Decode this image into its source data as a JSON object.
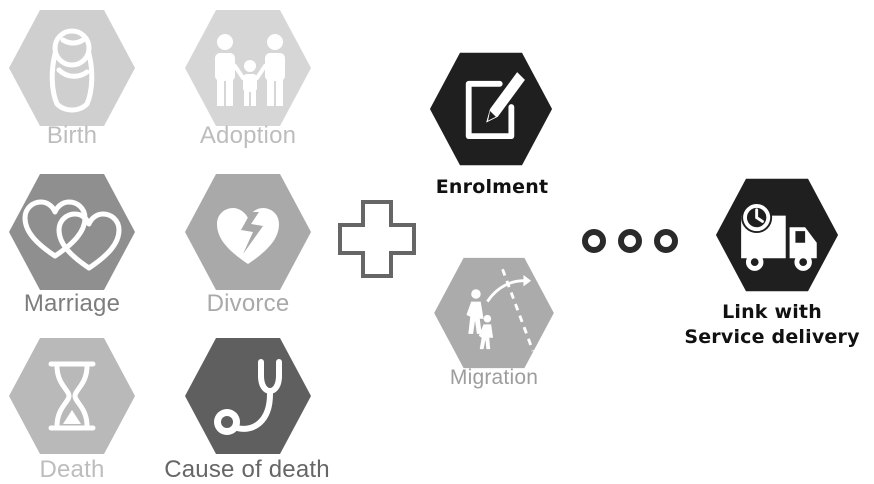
{
  "events": {
    "birth": {
      "label": "Birth",
      "icon": "baby-icon"
    },
    "adoption": {
      "label": "Adoption",
      "icon": "family-icon"
    },
    "marriage": {
      "label": "Marriage",
      "icon": "two-hearts-icon"
    },
    "divorce": {
      "label": "Divorce",
      "icon": "broken-heart-icon"
    },
    "death": {
      "label": "Death",
      "icon": "hourglass-icon"
    },
    "cause_of_death": {
      "label": "Cause of death",
      "icon": "stethoscope-icon"
    }
  },
  "plus": {
    "icon": "plus-icon"
  },
  "enrolment": {
    "label": "Enrolment",
    "icon": "document-pencil-icon"
  },
  "migration": {
    "label": "Migration",
    "icon": "migrating-people-icon"
  },
  "connector": {
    "icon": "three-dots-icon"
  },
  "service": {
    "label_line1": "Link with",
    "label_line2": "Service delivery",
    "icon": "delivery-truck-icon"
  },
  "colors": {
    "light_hex": "#cfcfcf",
    "mid_hex": "#9d9d9d",
    "dark_hex": "#7a7a7a",
    "black_hex": "#222222"
  }
}
